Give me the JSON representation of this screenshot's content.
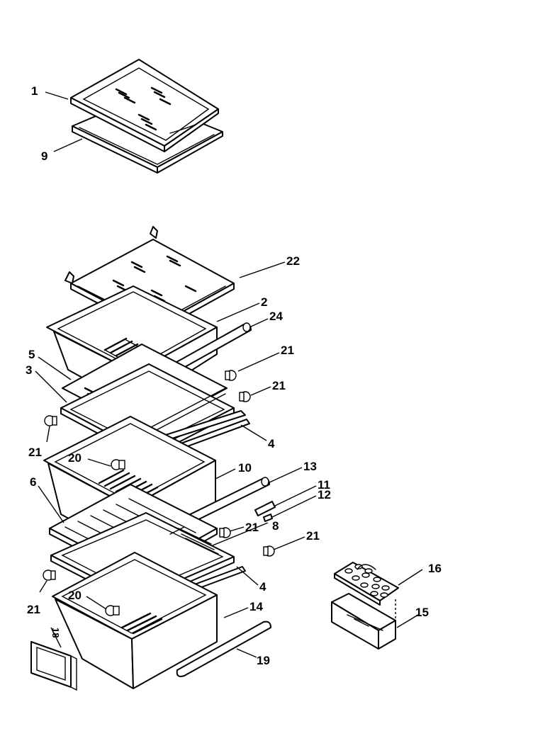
{
  "callouts": [
    {
      "id": "c1",
      "label": "1"
    },
    {
      "id": "c9",
      "label": "9"
    },
    {
      "id": "c22",
      "label": "22"
    },
    {
      "id": "c2",
      "label": "2"
    },
    {
      "id": "c24",
      "label": "24"
    },
    {
      "id": "c21a",
      "label": "21"
    },
    {
      "id": "c5",
      "label": "5"
    },
    {
      "id": "c3",
      "label": "3"
    },
    {
      "id": "c21b",
      "label": "21"
    },
    {
      "id": "c21c",
      "label": "21"
    },
    {
      "id": "c4a",
      "label": "4"
    },
    {
      "id": "c20a",
      "label": "20"
    },
    {
      "id": "c10",
      "label": "10"
    },
    {
      "id": "c13",
      "label": "13"
    },
    {
      "id": "c11",
      "label": "11"
    },
    {
      "id": "c6",
      "label": "6"
    },
    {
      "id": "c12",
      "label": "12"
    },
    {
      "id": "c21d",
      "label": "21"
    },
    {
      "id": "c8",
      "label": "8"
    },
    {
      "id": "c21e",
      "label": "21"
    },
    {
      "id": "c16",
      "label": "16"
    },
    {
      "id": "c4b",
      "label": "4"
    },
    {
      "id": "c21f",
      "label": "21"
    },
    {
      "id": "c20b",
      "label": "20"
    },
    {
      "id": "c14",
      "label": "14"
    },
    {
      "id": "c15",
      "label": "15"
    },
    {
      "id": "c18",
      "label": "18"
    },
    {
      "id": "c19",
      "label": "19"
    }
  ],
  "colors": {
    "line": "#000000",
    "background": "#ffffff"
  }
}
